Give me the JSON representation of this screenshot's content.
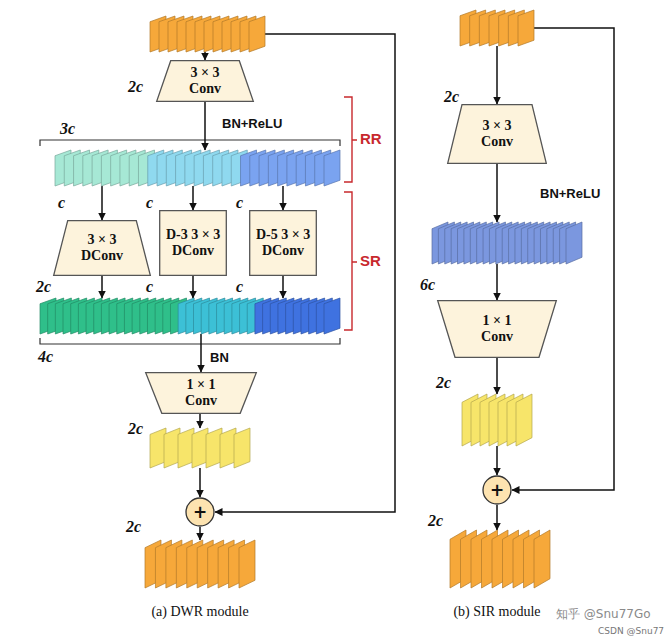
{
  "diagram": {
    "nodes": [
      {
        "text": [
          "2c"
        ]
      },
      {
        "text": [
          "3 × 3 Conv"
        ]
      },
      {
        "text": [
          "3c"
        ]
      },
      {
        "text": [
          "3 × 3 DConv"
        ]
      },
      {
        "text": [
          "D-3 3 × 3 DConv"
        ]
      },
      {
        "text": [
          "D-5 3 × 3 DConv"
        ]
      },
      {
        "text": [
          "4c"
        ]
      },
      {
        "text": [
          "1 × 1 Conv"
        ]
      },
      {
        "text": [
          "2c"
        ]
      },
      {
        "text": [
          "+"
        ]
      },
      {
        "text": [
          "2c"
        ]
      },
      {
        "text": [
          "2c"
        ]
      },
      {
        "text": [
          "3 × 3 Conv"
        ]
      },
      {
        "text": [
          "6c"
        ]
      },
      {
        "text": [
          "1 × 1 Conv"
        ]
      },
      {
        "text": [
          "2c"
        ]
      },
      {
        "text": [
          "+"
        ]
      },
      {
        "text": [
          "2c"
        ]
      }
    ],
    "edges": [
      {
        "from": 0,
        "to": 1,
        "arrow": "to"
      },
      {
        "from": 1,
        "to": 2,
        "arrow": "to"
      },
      {
        "from": 2,
        "to": 3,
        "arrow": "to"
      },
      {
        "from": 2,
        "to": 4,
        "arrow": "to"
      },
      {
        "from": 2,
        "to": 5,
        "arrow": "to"
      },
      {
        "from": 3,
        "to": 6,
        "arrow": "to"
      },
      {
        "from": 4,
        "to": 6,
        "arrow": "to"
      },
      {
        "from": 5,
        "to": 6,
        "arrow": "to"
      },
      {
        "from": 6,
        "to": 7,
        "arrow": "to"
      },
      {
        "from": 7,
        "to": 8,
        "arrow": "to"
      },
      {
        "from": 8,
        "to": 9,
        "arrow": "to"
      },
      {
        "from": 0,
        "to": 9,
        "arrow": "to"
      },
      {
        "from": 9,
        "to": 10,
        "arrow": "to"
      },
      {
        "from": 11,
        "to": 12,
        "arrow": "to"
      },
      {
        "from": 12,
        "to": 13,
        "arrow": "to"
      },
      {
        "from": 13,
        "to": 14,
        "arrow": "to"
      },
      {
        "from": 14,
        "to": 15,
        "arrow": "to"
      },
      {
        "from": 15,
        "to": 16,
        "arrow": "to"
      },
      {
        "from": 11,
        "to": 16,
        "arrow": "to"
      },
      {
        "from": 16,
        "to": 17,
        "arrow": "to"
      }
    ],
    "labels": [
      "BN+ReLU",
      "RR",
      "c",
      "c",
      "c",
      "SR",
      "2c",
      "c",
      "c",
      "BN",
      "(a) DWR module",
      "BN+ReLU",
      "(b) SIR module",
      "知乎 @Snu77Go",
      "CSDN @Snu77"
    ]
  }
}
